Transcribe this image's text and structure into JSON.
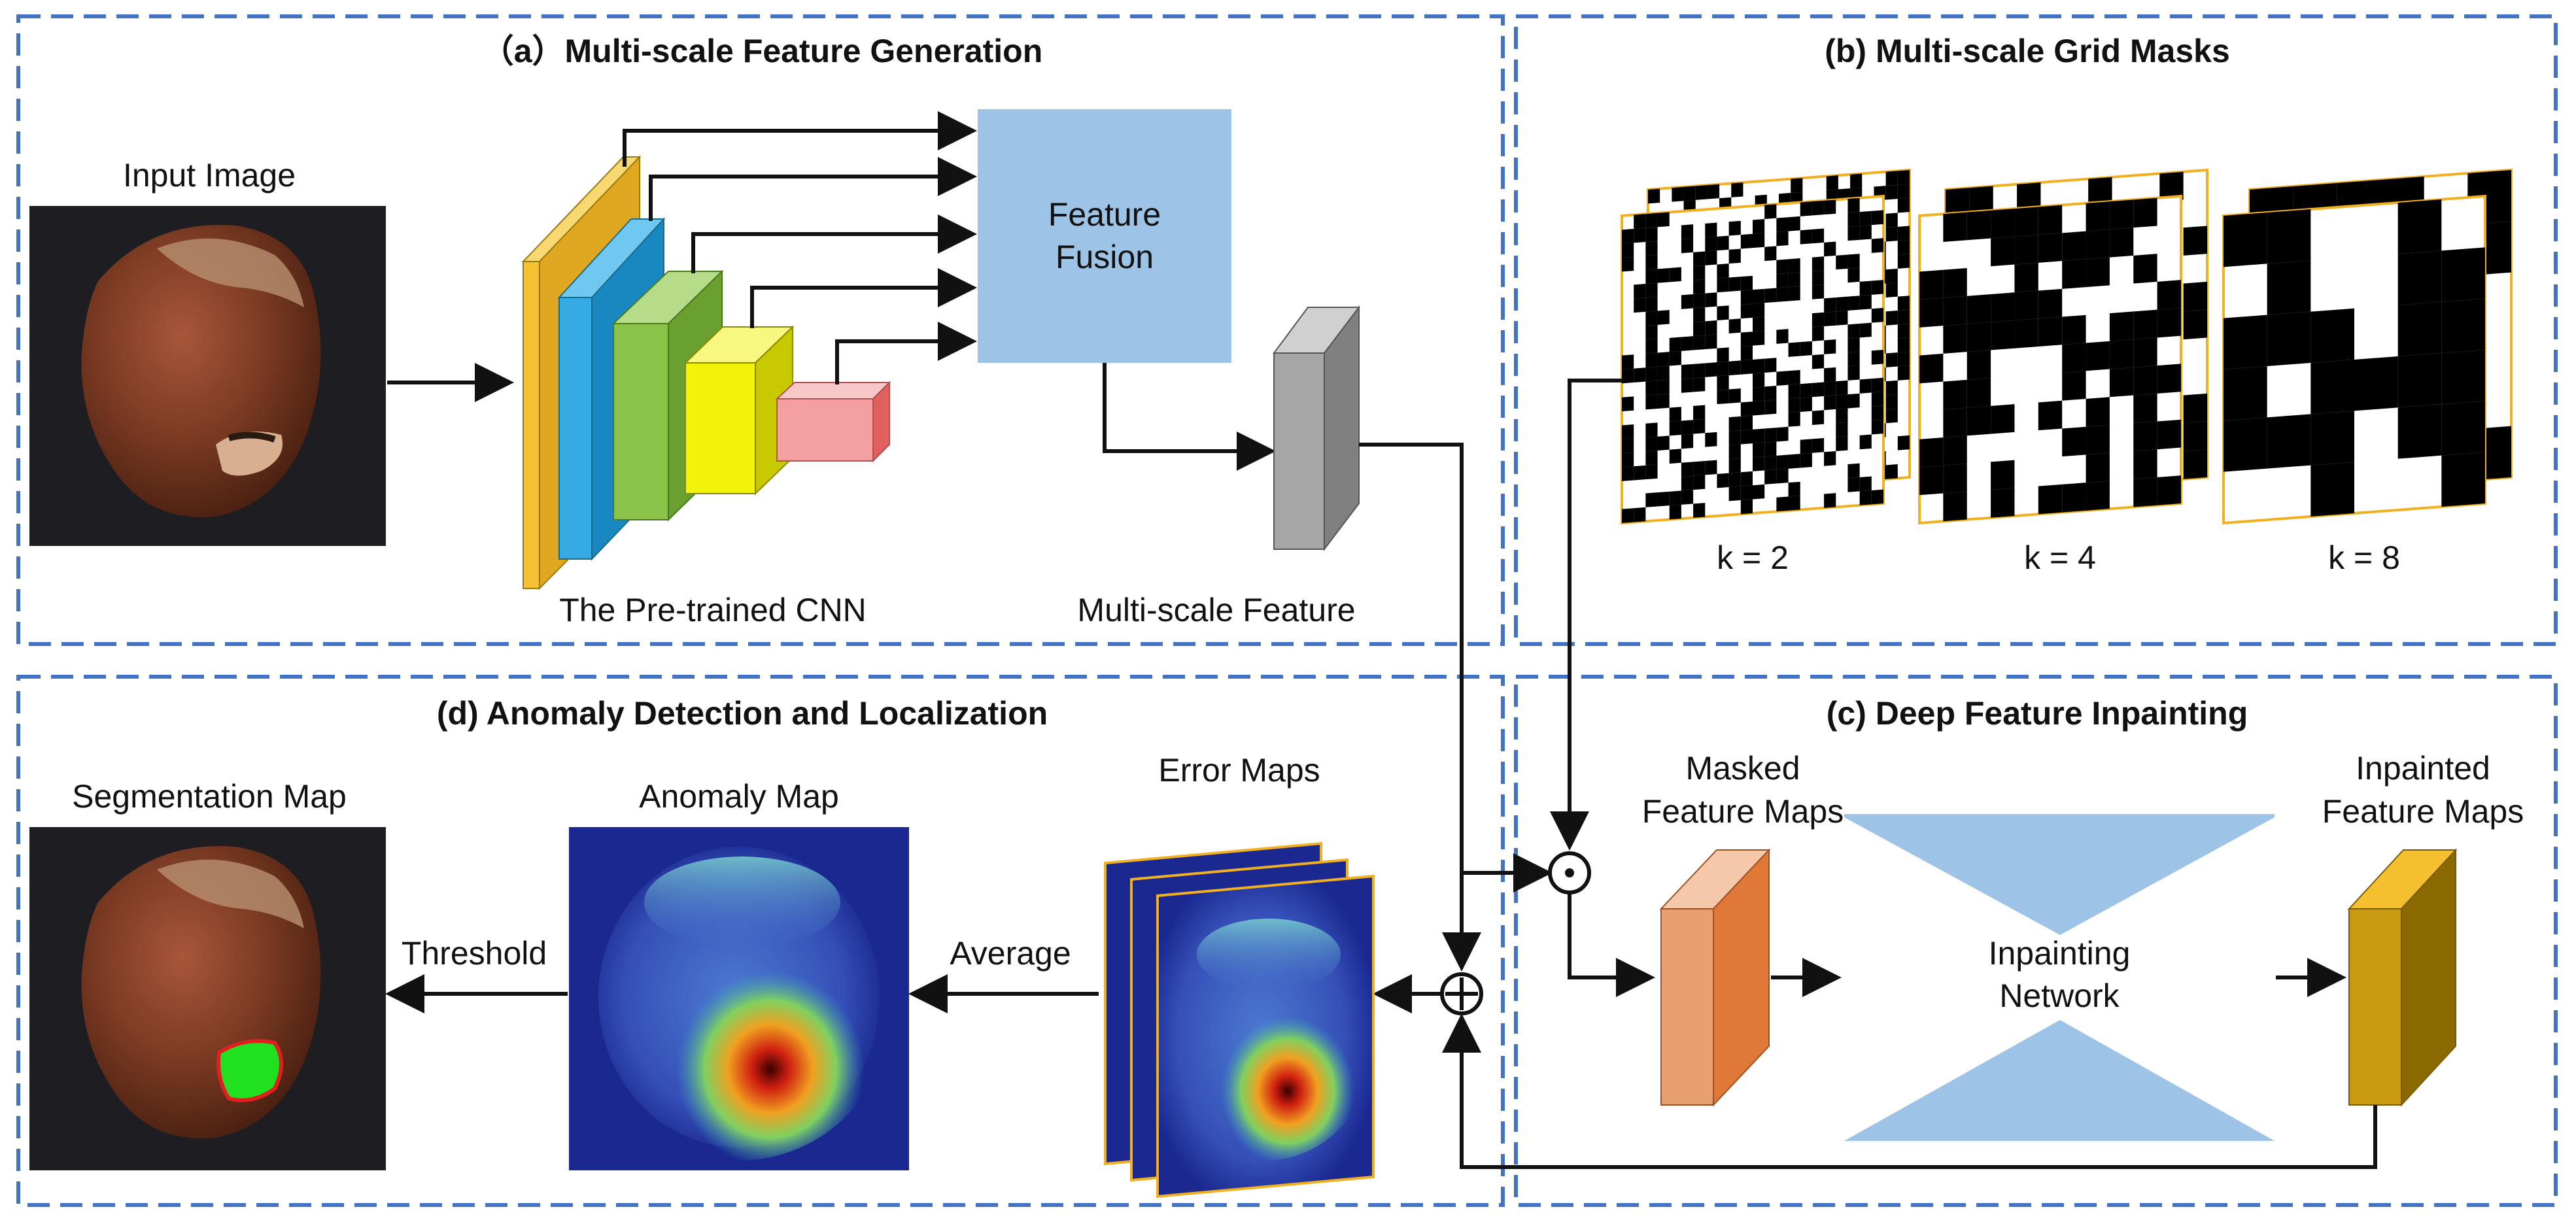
{
  "panels": {
    "a": {
      "title": "（a）Multi-scale Feature Generation"
    },
    "b": {
      "title": "(b) Multi-scale Grid Masks"
    },
    "c": {
      "title": "(c) Deep Feature Inpainting"
    },
    "d": {
      "title": "(d) Anomaly Detection and Localization"
    }
  },
  "labels": {
    "input_image": "Input Image",
    "cnn": "The Pre-trained CNN",
    "fusion_line1": "Feature",
    "fusion_line2": "Fusion",
    "multiscale_feature": "Multi-scale Feature",
    "k2": "k = 2",
    "k4": "k = 4",
    "k8": "k = 8",
    "masked_line1": "Masked",
    "masked_line2": "Feature Maps",
    "inpainting_line1": "Inpainting",
    "inpainting_line2": "Network",
    "inpainted_line1": "Inpainted",
    "inpainted_line2": "Feature Maps",
    "error_maps": "Error Maps",
    "anomaly_map": "Anomaly Map",
    "segmentation_map": "Segmentation Map",
    "average": "Average",
    "threshold": "Threshold"
  },
  "colors": {
    "panel_border": "#4472C4",
    "fusion_block": "#9DC3E6",
    "cnn_layers": [
      "#F4C130",
      "#35A9E1",
      "#8BC34A",
      "#F2F20A",
      "#F4A0A0"
    ],
    "feature_gray": "#A6A6A6",
    "masked_feature": "#E8A070",
    "inpainted_feature": "#C79A10",
    "hazelnut": "#7A3A22",
    "defect_green": "#20E020",
    "heatmap_bg": "#1A2890"
  },
  "icons": {
    "multiply": "circled-dot-icon",
    "add": "circled-plus-icon"
  }
}
